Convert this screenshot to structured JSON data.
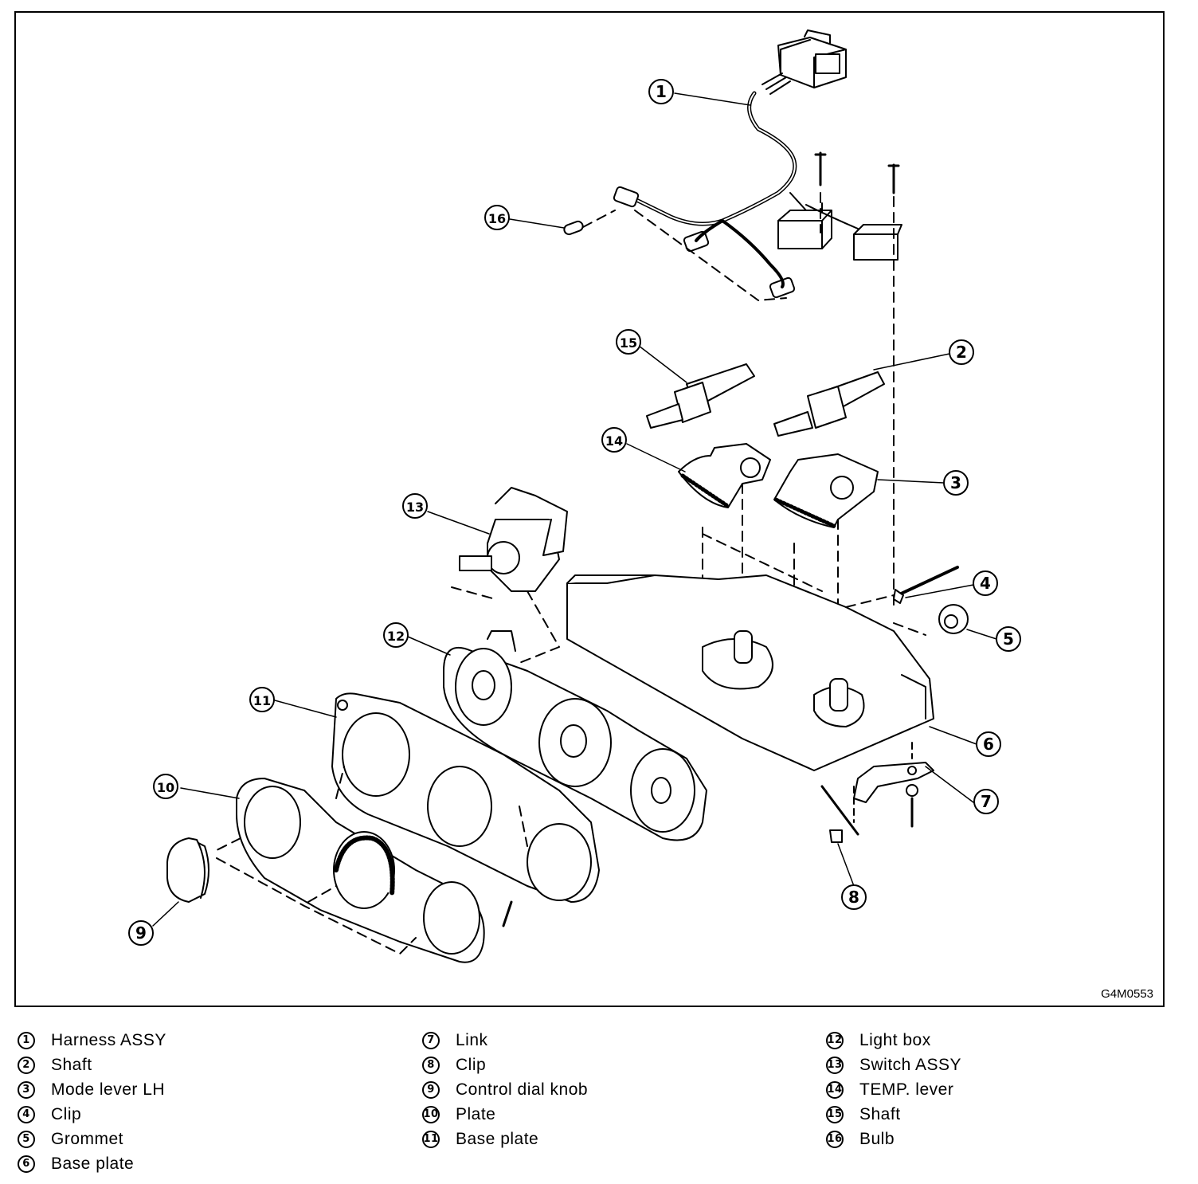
{
  "figure": {
    "code": "G4M0553",
    "callouts": [
      {
        "num": "1"
      },
      {
        "num": "2"
      },
      {
        "num": "3"
      },
      {
        "num": "4"
      },
      {
        "num": "5"
      },
      {
        "num": "6"
      },
      {
        "num": "7"
      },
      {
        "num": "8"
      },
      {
        "num": "9"
      },
      {
        "num": "10"
      },
      {
        "num": "11"
      },
      {
        "num": "12"
      },
      {
        "num": "13"
      },
      {
        "num": "14"
      },
      {
        "num": "15"
      },
      {
        "num": "16"
      }
    ]
  },
  "legend": {
    "columns": [
      [
        {
          "num": "1",
          "label": "Harness ASSY"
        },
        {
          "num": "2",
          "label": "Shaft"
        },
        {
          "num": "3",
          "label": "Mode lever LH"
        },
        {
          "num": "4",
          "label": "Clip"
        },
        {
          "num": "5",
          "label": "Grommet"
        },
        {
          "num": "6",
          "label": "Base plate"
        }
      ],
      [
        {
          "num": "7",
          "label": "Link"
        },
        {
          "num": "8",
          "label": "Clip"
        },
        {
          "num": "9",
          "label": "Control dial knob"
        },
        {
          "num": "10",
          "label": "Plate"
        },
        {
          "num": "11",
          "label": "Base plate"
        }
      ],
      [
        {
          "num": "12",
          "label": "Light box"
        },
        {
          "num": "13",
          "label": "Switch ASSY"
        },
        {
          "num": "14",
          "label": "TEMP. lever"
        },
        {
          "num": "15",
          "label": "Shaft"
        },
        {
          "num": "16",
          "label": "Bulb"
        }
      ]
    ]
  }
}
